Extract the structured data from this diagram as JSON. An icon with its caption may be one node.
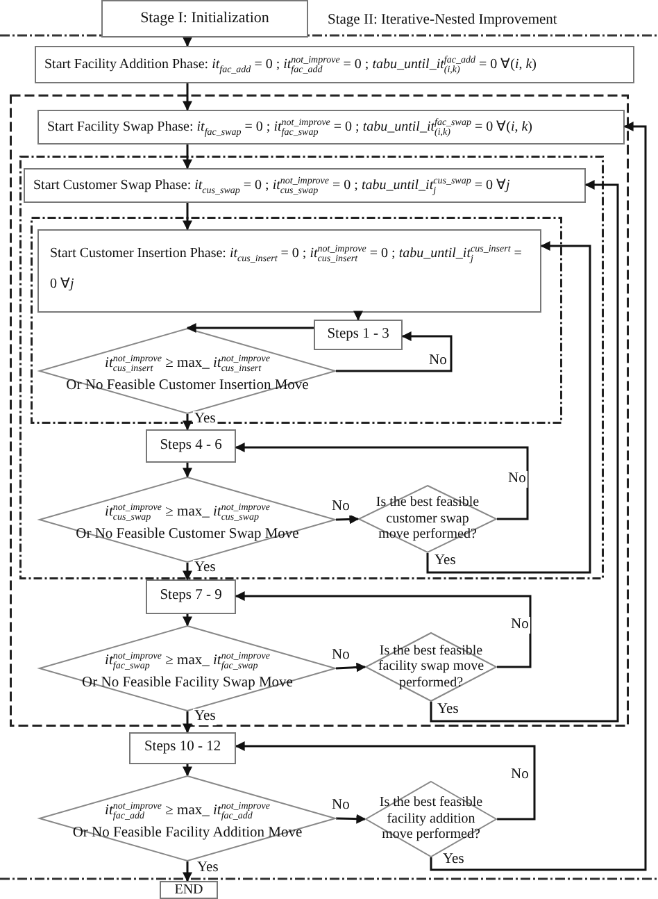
{
  "diagram": {
    "nodes": [
      {
        "text": [
          "Stage I: Initialization"
        ]
      },
      {
        "text": [
          "Start Facility Addition Phase: *it*$_{fac_add}$ = 0 ; *it*$_{fac_add}$$^{not_improve}$ = 0 ; *tabu_until_it*$_{(i,k)}$$^{fac_add}$ = 0 ∀(*i*, *k*)"
        ]
      },
      {
        "text": [],
        "shape": "box"
      },
      {
        "text": [
          "Start Facility Swap Phase: *it*$_{fac_swap}$ = 0 ; *it*$_{fac_swap}$$^{not_improve}$ = 0 ; *tabu_until_it*$_{(i,k)}$$^{fac_swap}$ = 0 ∀(*i*, *k*)"
        ],
        "in": 2
      },
      {
        "text": [],
        "shape": "box",
        "in": 2
      },
      {
        "text": [
          "Start Customer Swap Phase: *it*$_{cus_swap}$ = 0 ; *it*$_{cus_swap}$$^{not_improve}$ = 0 ; *tabu_until_it*$_{j}$$^{cus_swap}$ = 0 ∀*j*"
        ],
        "in": 4
      },
      {
        "text": [],
        "shape": "box",
        "in": 4
      },
      {
        "text": [
          "Start Customer Insertion Phase: *it*$_{cus_insert}$ = 0 ; *it*$_{cus_insert}$$^{not_improve}$ = 0 ; *tabu_until_it*$_{j}$$^{cus_insert}$ = 0 ∀*j*"
        ],
        "in": 6
      },
      {
        "text": [
          "Steps 1 - 3"
        ],
        "in": 6
      },
      {
        "text": [
          "*it*$_{cus_insert}$$^{not_improve}$ ≥ max_ *it*$_{cus_insert}$$^{not_improve}$",
          "Or No Feasible Customer Insertion Move"
        ],
        "in": 6
      },
      {
        "text": [
          "Steps 4 - 6"
        ],
        "in": 4
      },
      {
        "text": [
          "*it*$_{cus_swap}$$^{not_improve}$ ≥ max_ *it*$_{cus_swap}$$^{not_improve}$",
          "Or No Feasible Customer Swap Move"
        ],
        "in": 4
      },
      {
        "text": [
          "Is the best feasible customer swap move performed?"
        ],
        "in": 4
      },
      {
        "text": [
          "Steps 7 - 9"
        ],
        "in": 2
      },
      {
        "text": [
          "*it*$_{fac_swap}$$^{not_improve}$ ≥ max_ *it*$_{fac_swap}$$^{not_improve}$",
          "Or No Feasible Facility Swap Move"
        ],
        "in": 2
      },
      {
        "text": [
          "Is the best feasible facility swap move performed?"
        ],
        "in": 2
      },
      {
        "text": [
          "Steps 10 - 12"
        ]
      },
      {
        "text": [
          "*it*$_{fac_add}$$^{not_improve}$ ≥ max_ *it*$_{fac_add}$$^{not_improve}$",
          "Or No Feasible Facility Addition Move"
        ]
      },
      {
        "text": [
          "Is the best feasible facility addition move performed?"
        ]
      },
      {
        "text": [
          "END"
        ]
      }
    ],
    "edges": [
      {
        "from": 0,
        "to": 1,
        "arrow": "to"
      },
      {
        "from": 1,
        "to": 3,
        "arrow": "to"
      },
      {
        "from": 3,
        "to": 5,
        "arrow": "to"
      },
      {
        "from": 5,
        "to": 7,
        "arrow": "to"
      },
      {
        "from": 7,
        "to": 8,
        "arrow": "to"
      },
      {
        "from": 8,
        "to": 9,
        "arrow": "to"
      },
      {
        "from": 9,
        "to": 8,
        "arrow": "to",
        "label": "No"
      },
      {
        "from": 9,
        "to": 10,
        "arrow": "to",
        "label": "Yes"
      },
      {
        "from": 10,
        "to": 11,
        "arrow": "to"
      },
      {
        "from": 11,
        "to": 12,
        "arrow": "to",
        "label": "No"
      },
      {
        "from": 12,
        "to": 10,
        "arrow": "to",
        "label": "No"
      },
      {
        "from": 12,
        "to": 7,
        "arrow": "to",
        "label": "Yes"
      },
      {
        "from": 11,
        "to": 13,
        "arrow": "to",
        "label": "Yes"
      },
      {
        "from": 13,
        "to": 14,
        "arrow": "to"
      },
      {
        "from": 14,
        "to": 15,
        "arrow": "to",
        "label": "No"
      },
      {
        "from": 15,
        "to": 13,
        "arrow": "to",
        "label": "No"
      },
      {
        "from": 15,
        "to": 5,
        "arrow": "to",
        "label": "Yes"
      },
      {
        "from": 14,
        "to": 16,
        "arrow": "to",
        "label": "Yes"
      },
      {
        "from": 16,
        "to": 17,
        "arrow": "to"
      },
      {
        "from": 17,
        "to": 18,
        "arrow": "to",
        "label": "No"
      },
      {
        "from": 18,
        "to": 16,
        "arrow": "to",
        "label": "No"
      },
      {
        "from": 18,
        "to": 3,
        "arrow": "to",
        "label": "Yes"
      },
      {
        "from": 17,
        "to": 19,
        "arrow": "to",
        "label": "Yes"
      }
    ],
    "labels": [
      "Stage II: Iterative-Nested Improvement"
    ]
  }
}
